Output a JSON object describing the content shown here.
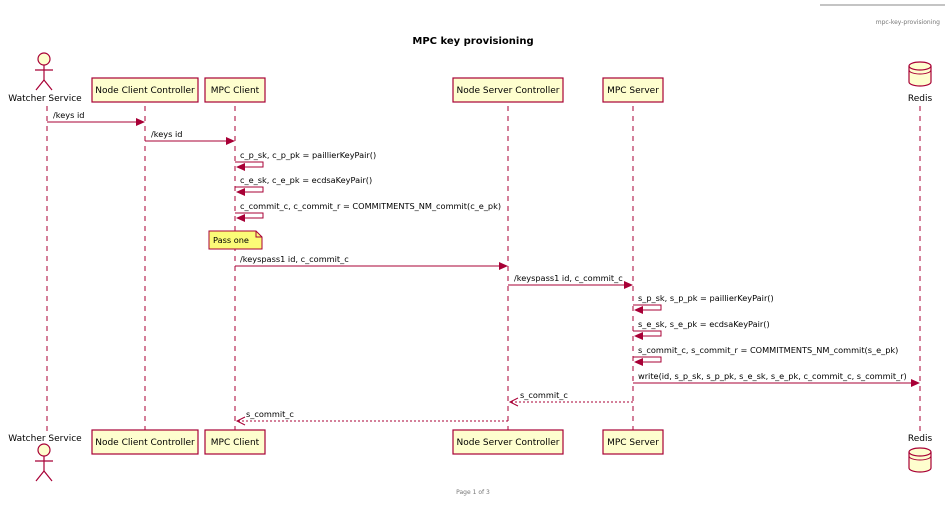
{
  "header": {
    "diagram_name": "mpc-key-provisioning",
    "title": "MPC key provisioning",
    "footer": "Page 1 of 3"
  },
  "participants": [
    {
      "id": "watcher",
      "label": "Watcher Service",
      "kind": "actor"
    },
    {
      "id": "ncc",
      "label": "Node Client Controller",
      "kind": "participant"
    },
    {
      "id": "mpcc",
      "label": "MPC Client",
      "kind": "participant"
    },
    {
      "id": "nsc",
      "label": "Node Server Controller",
      "kind": "participant"
    },
    {
      "id": "mpcs",
      "label": "MPC Server",
      "kind": "participant"
    },
    {
      "id": "redis",
      "label": "Redis",
      "kind": "database"
    }
  ],
  "messages": [
    {
      "from": "watcher",
      "to": "ncc",
      "label": "/keys id",
      "style": "solid"
    },
    {
      "from": "ncc",
      "to": "mpcc",
      "label": "/keys id",
      "style": "solid"
    },
    {
      "from": "mpcc",
      "to": "mpcc",
      "label": "c_p_sk, c_p_pk = paillierKeyPair()",
      "style": "self"
    },
    {
      "from": "mpcc",
      "to": "mpcc",
      "label": "c_e_sk, c_e_pk = ecdsaKeyPair()",
      "style": "self"
    },
    {
      "from": "mpcc",
      "to": "mpcc",
      "label": "c_commit_c, c_commit_r = COMMITMENTS_NM_commit(c_e_pk)",
      "style": "self"
    },
    {
      "from": "mpcc",
      "to": "nsc",
      "label": "/keyspass1 id, c_commit_c",
      "style": "solid"
    },
    {
      "from": "nsc",
      "to": "mpcs",
      "label": "/keyspass1 id, c_commit_c",
      "style": "solid"
    },
    {
      "from": "mpcs",
      "to": "mpcs",
      "label": "s_p_sk, s_p_pk = paillierKeyPair()",
      "style": "self"
    },
    {
      "from": "mpcs",
      "to": "mpcs",
      "label": "s_e_sk, s_e_pk = ecdsaKeyPair()",
      "style": "self"
    },
    {
      "from": "mpcs",
      "to": "mpcs",
      "label": "s_commit_c, s_commit_r = COMMITMENTS_NM_commit(s_e_pk)",
      "style": "self"
    },
    {
      "from": "mpcs",
      "to": "redis",
      "label": "write(id, s_p_sk, s_p_pk, s_e_sk, s_e_pk, c_commit_c, s_commit_r)",
      "style": "solid"
    },
    {
      "from": "mpcs",
      "to": "nsc",
      "label": "s_commit_c",
      "style": "dashed"
    },
    {
      "from": "nsc",
      "to": "mpcc",
      "label": "s_commit_c",
      "style": "dashed"
    }
  ],
  "notes": [
    {
      "label": "Pass one"
    }
  ],
  "colors": {
    "line": "#A80036",
    "box_fill": "#FEFECE",
    "note_fill": "#FBFB77"
  }
}
